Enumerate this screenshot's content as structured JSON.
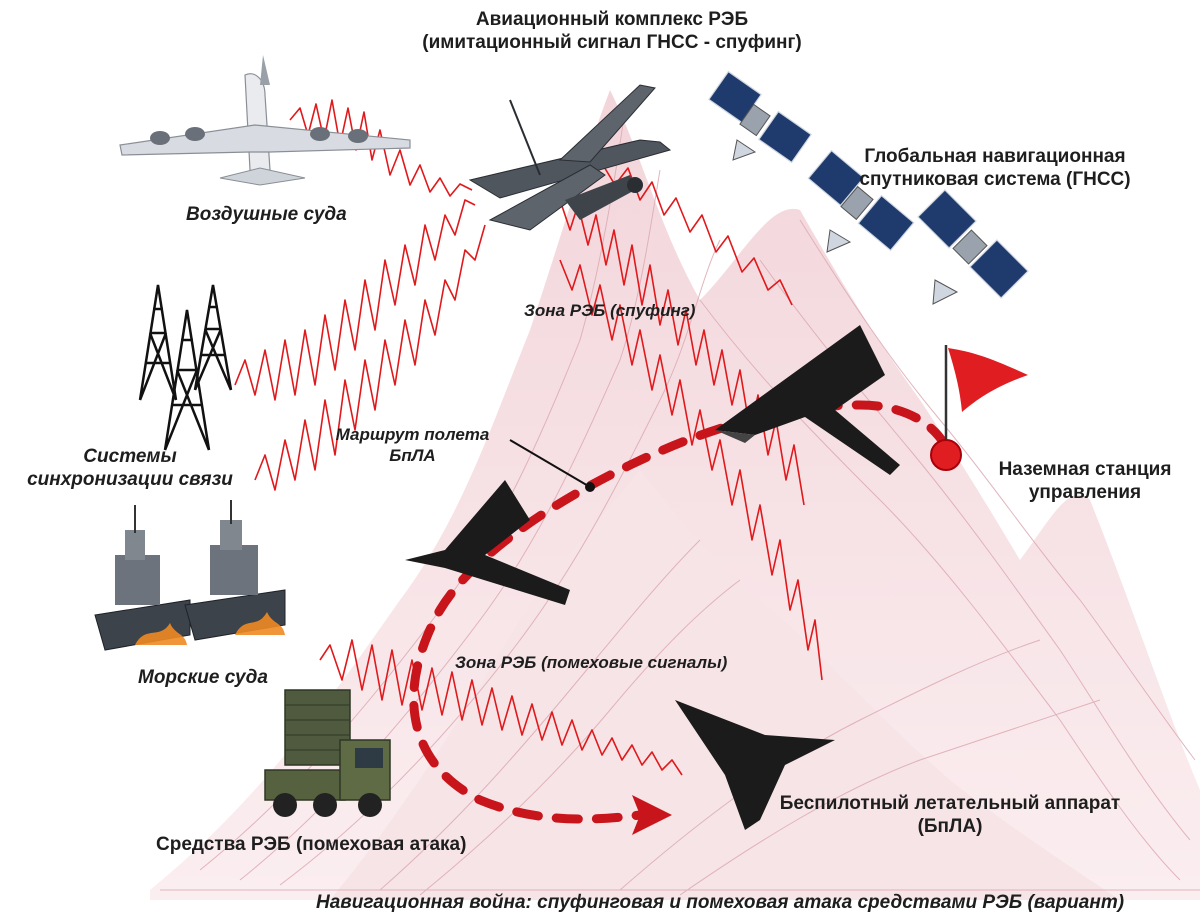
{
  "labels": {
    "ew_aircraft": {
      "line1": "Авиационный комплекс РЭБ",
      "line2": "(имитационный сигнал ГНСС - спуфинг)"
    },
    "airliners": "Воздушные суда",
    "gnss": {
      "line1": "Глобальная навигационная",
      "line2": "спутниковая система (ГНСС)"
    },
    "spoof_zone": "Зона РЭБ (спуфинг)",
    "sync_systems": {
      "line1": "Системы",
      "line2": "синхронизации связи"
    },
    "flight_route": {
      "line1": "Маршрут полета",
      "line2": "БпЛА"
    },
    "ground_station": {
      "line1": "Наземная станция",
      "line2": "управления"
    },
    "ships": "Морские суда",
    "jam_zone": "Зона РЭБ (помеховые сигналы)",
    "uav": {
      "line1": "Беспилотный летательный аппарат",
      "line2": "(БпЛА)"
    },
    "ew_ground": "Средства РЭБ (помеховая атака)",
    "caption": "Навигационная война: спуфинговая и помеховая атака средствами РЭБ (вариант)"
  },
  "colors": {
    "signal": "#e0191c",
    "route": "#c8141b",
    "terrain_fill": "#f4dde1",
    "terrain_line": "#d8a5ae",
    "drone": "#1b1b1b",
    "satellite_panel": "#1f3b6e",
    "flag": "#e01e22"
  },
  "icons": [
    "airliner-icon",
    "ew-aircraft-icon",
    "satellite-icon",
    "radio-tower-icon",
    "warship-icon",
    "ew-truck-icon",
    "drone-icon",
    "flag-icon"
  ]
}
